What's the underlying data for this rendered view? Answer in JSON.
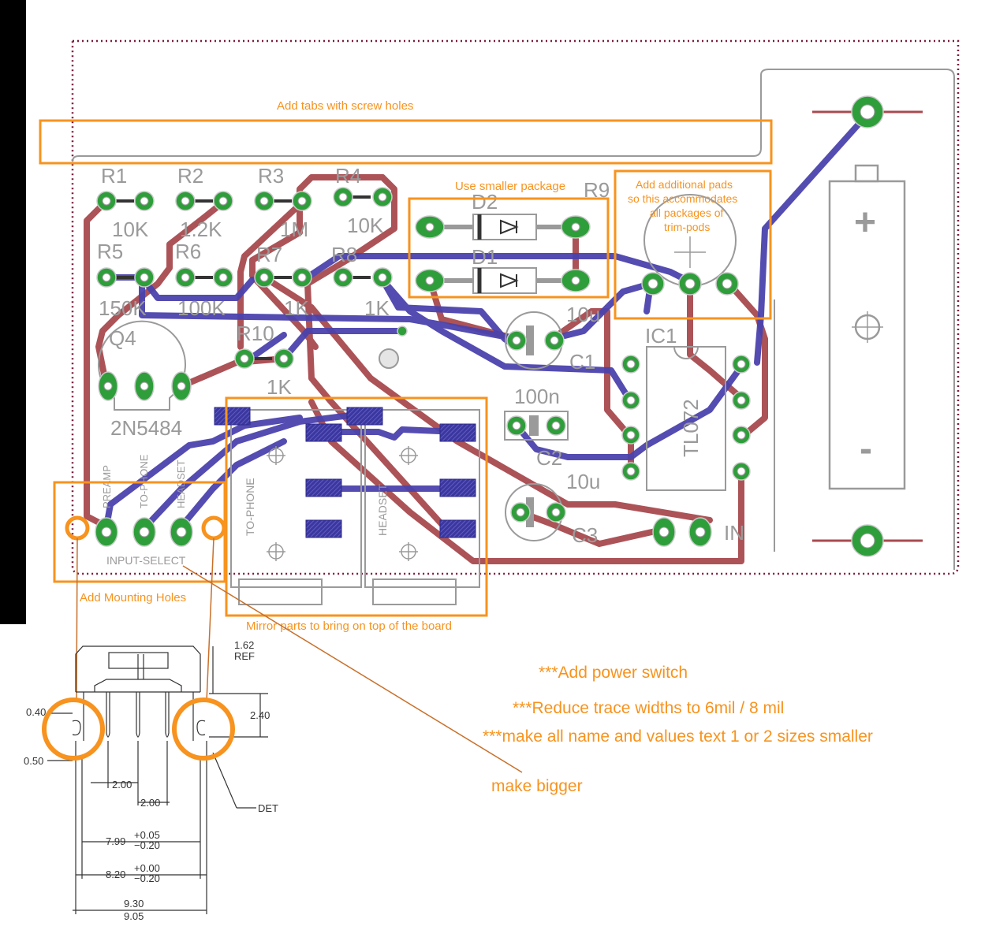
{
  "colors": {
    "top_trace": "#a84a4f",
    "bottom_trace": "#4b43ad",
    "pad": "#2e9e3a",
    "annotation": "#f7931e",
    "leader": "#c8702a",
    "silkscreen": "#9a9a9a",
    "outline": "#7a1a3a"
  },
  "components": [
    {
      "ref": "R1",
      "value": "10K"
    },
    {
      "ref": "R2",
      "value": "1.2K"
    },
    {
      "ref": "R3",
      "value": "1M"
    },
    {
      "ref": "R4",
      "value": "10K"
    },
    {
      "ref": "R5",
      "value": "150K"
    },
    {
      "ref": "R6",
      "value": "100K"
    },
    {
      "ref": "R7",
      "value": "1K"
    },
    {
      "ref": "R8",
      "value": "1K"
    },
    {
      "ref": "R10",
      "value": "1K"
    },
    {
      "ref": "Q4",
      "value": "2N5484"
    },
    {
      "ref": "D1",
      "value": ""
    },
    {
      "ref": "D2",
      "value": ""
    },
    {
      "ref": "R9",
      "value": ""
    },
    {
      "ref": "C1",
      "value": "10u"
    },
    {
      "ref": "C2",
      "value": "100n"
    },
    {
      "ref": "C3",
      "value": "10u"
    },
    {
      "ref": "IC1",
      "value": "TL072"
    },
    {
      "ref": "IN",
      "value": ""
    }
  ],
  "connector_labels": [
    "PREAMP",
    "TO-PHONE",
    "HEADSET"
  ],
  "connector_name": "INPUT-SELECT",
  "jack_labels": [
    "TO-PHONE",
    "HEADSET"
  ],
  "battery": {
    "plus": "+",
    "minus": "-"
  },
  "annotations": {
    "tabs": "Add tabs with screw holes",
    "smaller_package": "Use smaller package",
    "pads_line1": "Add additional pads",
    "pads_line2": "so this accommodates",
    "pads_line3": "all packages of",
    "pads_line4": "trim-pods",
    "mounting_holes": "Add Mounting Holes",
    "mirror_parts": "Mirror parts to bring on top of the board",
    "power_switch": "***Add power switch",
    "trace_widths": "***Reduce trace widths to 6mil / 8 mil",
    "text_size": "***make all name and values text 1 or 2 sizes smaller",
    "make_bigger": "make bigger"
  },
  "dimensions": {
    "d1": "1.62",
    "d1_ref": "REF",
    "d2": "2.40",
    "d3": "0.40",
    "d4": "0.50",
    "d5": "2.00",
    "d6": "2.00",
    "d7": "7.99",
    "d7_tol_plus": "+0.05",
    "d7_tol_minus": "−0.20",
    "d8": "8.20",
    "d8_tol_plus": "+0.00",
    "d8_tol_minus": "−0.20",
    "d9_top": "9.30",
    "d9_bottom": "9.05",
    "det": "DET"
  }
}
